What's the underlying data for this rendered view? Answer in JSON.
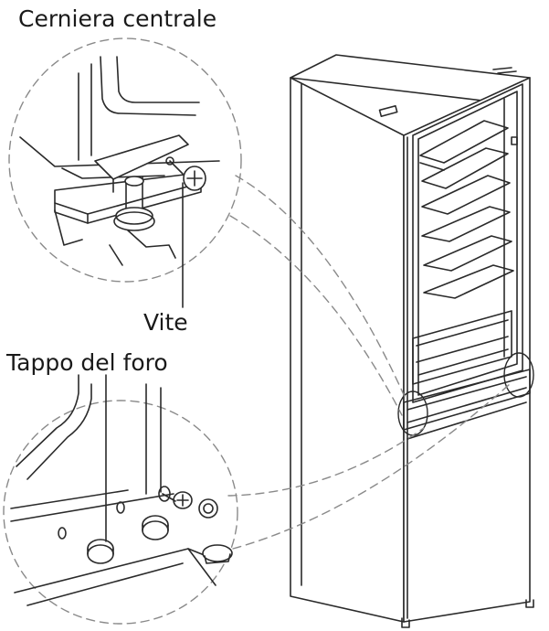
{
  "labels": {
    "central_hinge": "Cerniera centrale",
    "screw": "Vite",
    "hole_plug": "Tappo del foro"
  },
  "colors": {
    "line": "#2a2a2a",
    "dashed": "#8a8a8a",
    "background": "#ffffff"
  }
}
